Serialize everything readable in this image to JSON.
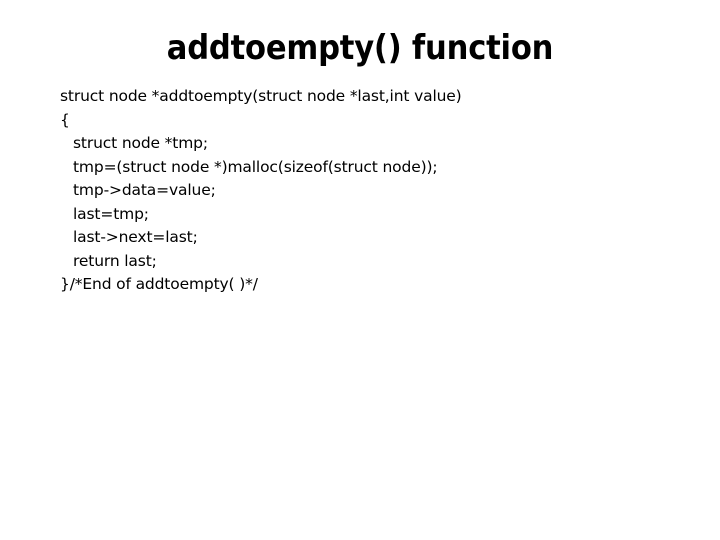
{
  "slide": {
    "title": "addtoempty() function",
    "background_color": "#ffffff",
    "text_color": "#000000",
    "code": {
      "language": "c",
      "lines": [
        {
          "text": "struct node *addtoempty(struct node *last,int value)",
          "indent": 0
        },
        {
          "text": "{",
          "indent": 0
        },
        {
          "text": "struct node *tmp;",
          "indent": 1
        },
        {
          "text": "tmp=(struct node *)malloc(sizeof(struct node));",
          "indent": 1
        },
        {
          "text": "tmp->data=value;",
          "indent": 1
        },
        {
          "text": "last=tmp;",
          "indent": 1
        },
        {
          "text": "last->next=last;",
          "indent": 1
        },
        {
          "text": "return last;",
          "indent": 1
        },
        {
          "text": "}/*End of addtoempty( )*/",
          "indent": 0
        }
      ]
    }
  }
}
